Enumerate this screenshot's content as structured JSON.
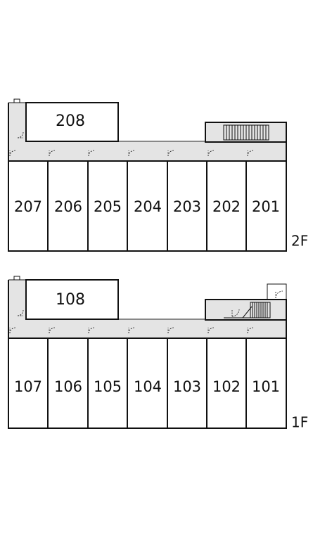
{
  "floors": [
    {
      "label": "2F",
      "upper_unit": "208",
      "units": [
        "207",
        "206",
        "205",
        "204",
        "203",
        "202",
        "201"
      ]
    },
    {
      "label": "1F",
      "upper_unit": "108",
      "units": [
        "107",
        "106",
        "105",
        "104",
        "103",
        "102",
        "101"
      ]
    }
  ]
}
